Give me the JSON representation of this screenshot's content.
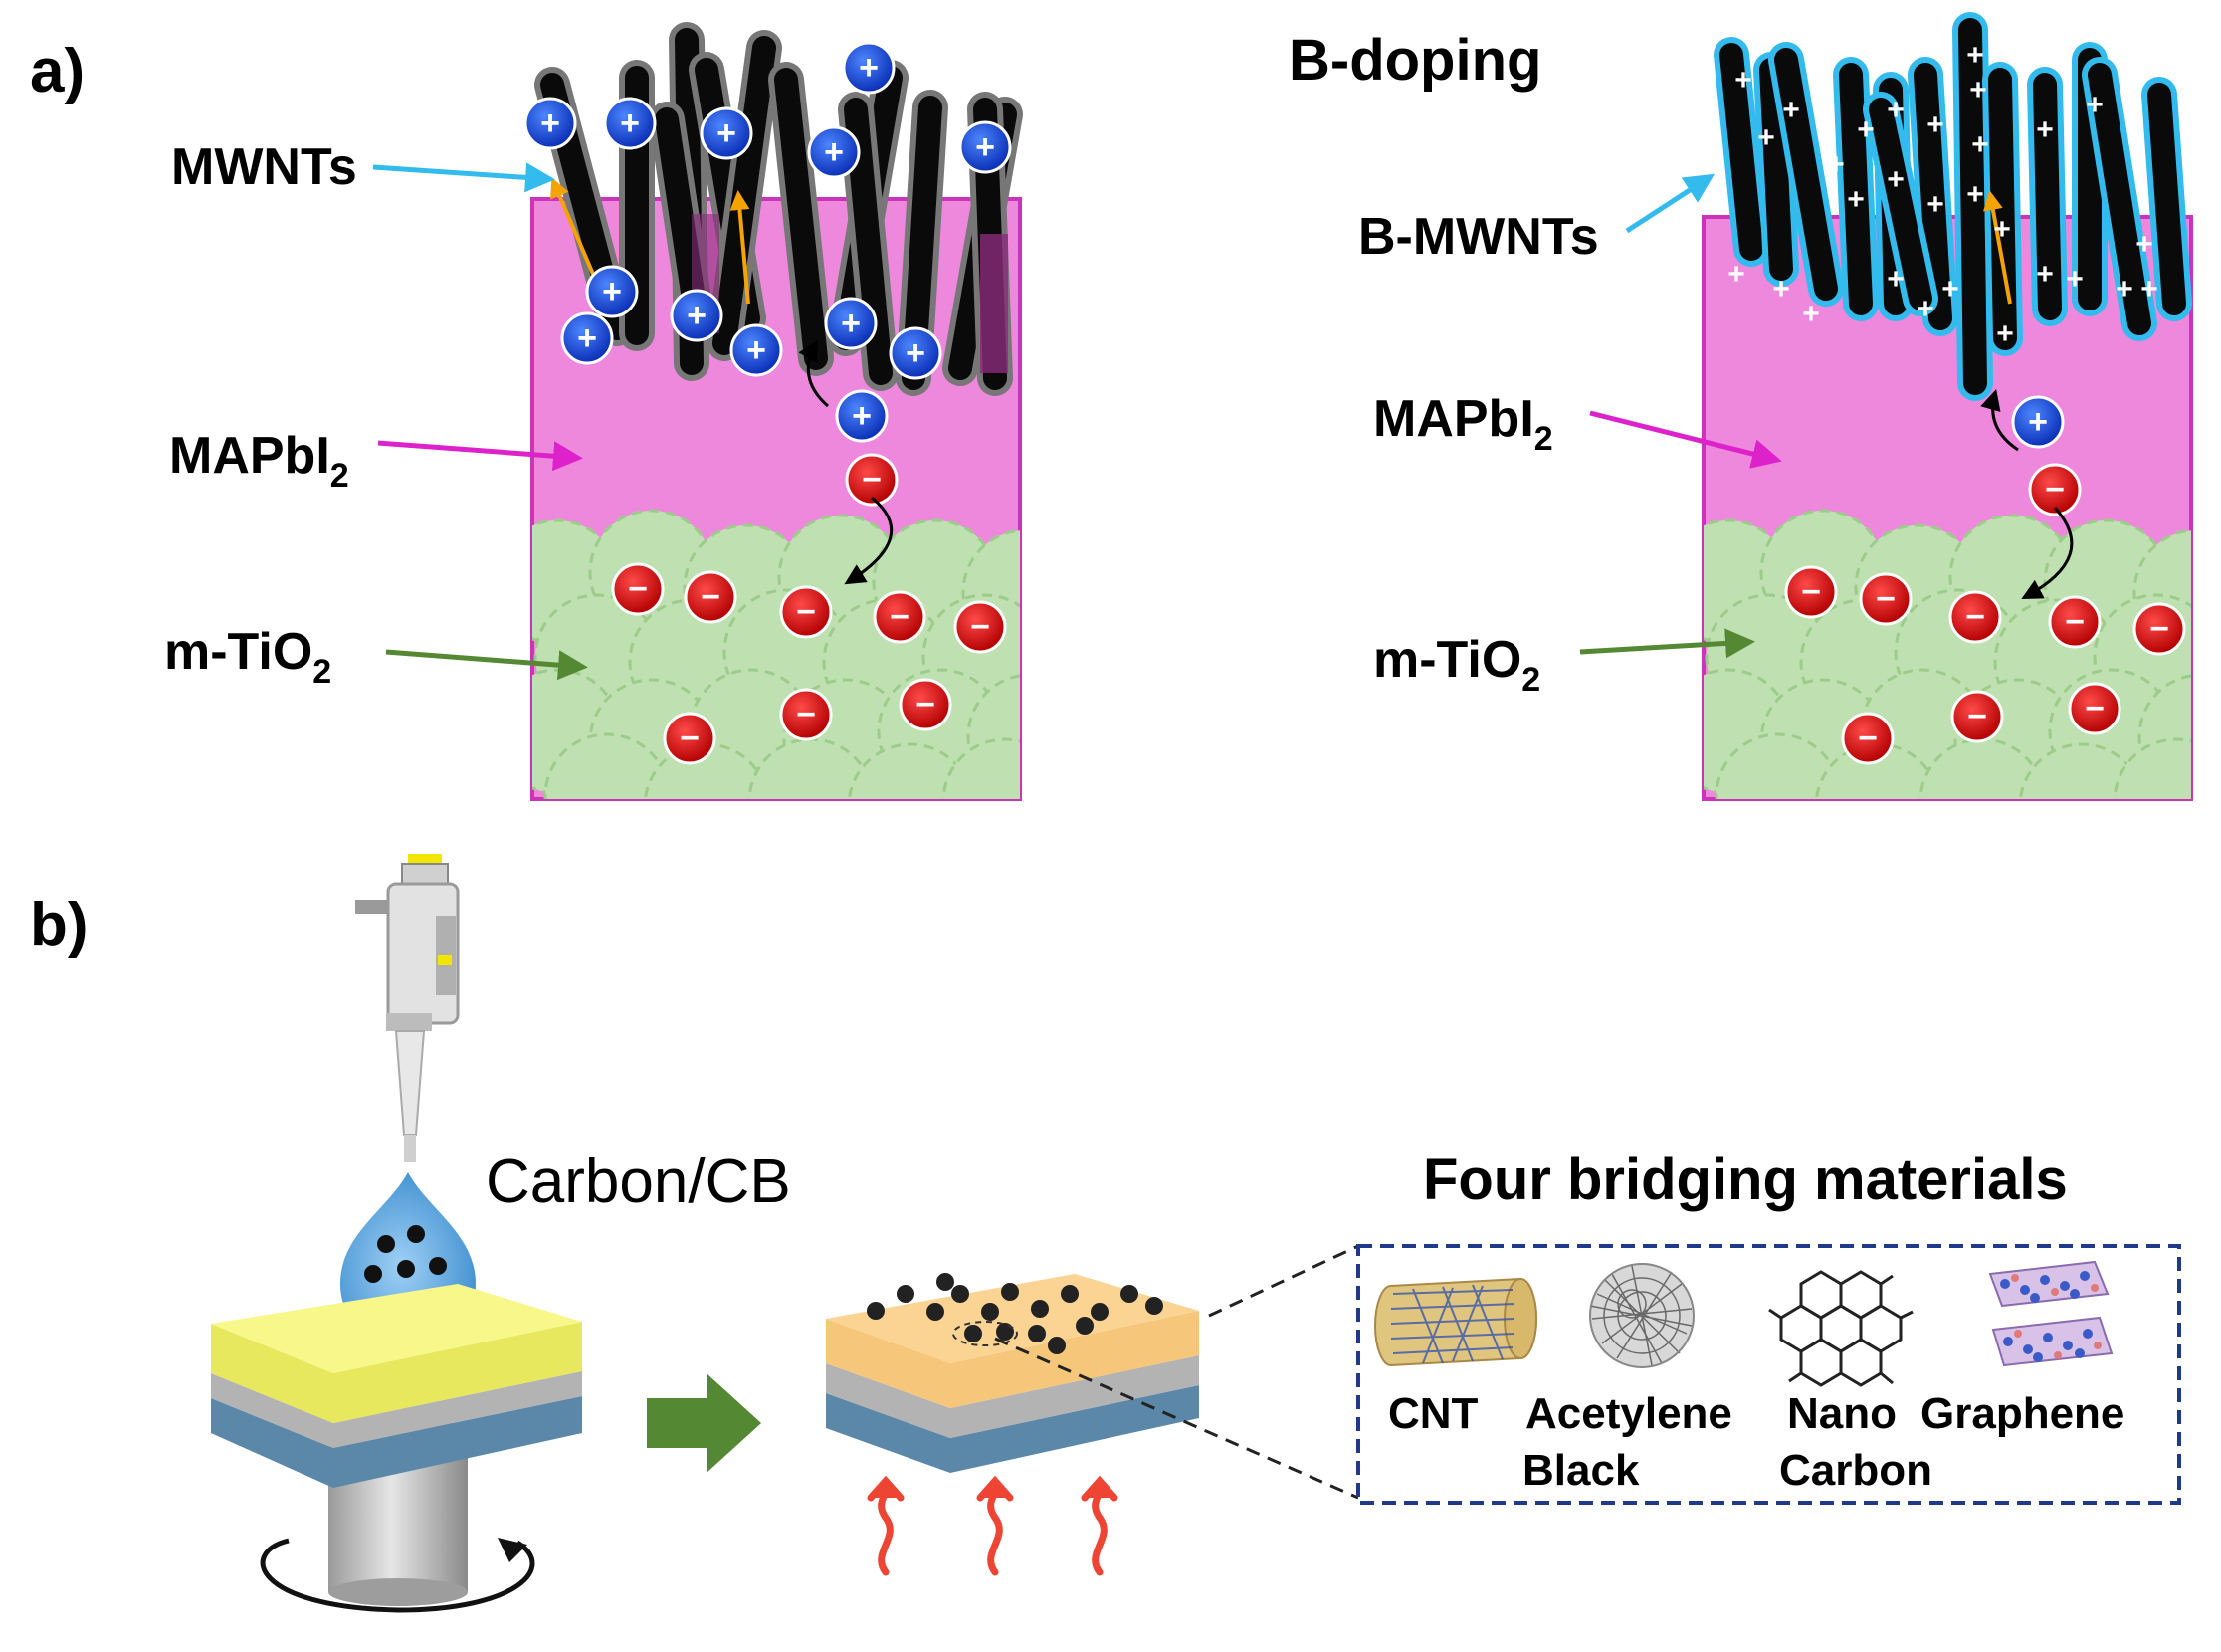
{
  "panel_a": {
    "label": "a)",
    "left": {
      "mwnts": "MWNTs",
      "mapbi_main": "MAPbI",
      "mapbi_sub": "2",
      "tio2_main": "m-TiO",
      "tio2_sub": "2"
    },
    "right": {
      "title": "B-doping",
      "bmwnts": "B-MWNTs",
      "mapbi_main": "MAPbI",
      "mapbi_sub": "2",
      "tio2_main": "m-TiO",
      "tio2_sub": "2"
    },
    "plus_symbol": "+",
    "minus_symbol": "−"
  },
  "panel_b": {
    "label": "b)",
    "solution_label": "Carbon/CB",
    "materials_title": "Four bridging materials",
    "materials": [
      {
        "line1": "CNT",
        "line2": ""
      },
      {
        "line1": "Acetylene",
        "line2": "Black"
      },
      {
        "line1": "Nano",
        "line2": "Carbon"
      },
      {
        "line1": "Graphene",
        "line2": ""
      }
    ]
  },
  "colors": {
    "perovskite": "#ee88dd",
    "perovskite_border": "#cc33bb",
    "tio2": "#bfe0b0",
    "hole": "#1144dd",
    "electron": "#ee1111",
    "mwnt_border": "#777777",
    "bmwnt_border": "#33bbee",
    "arrow_blue": "#33bbee",
    "arrow_magenta": "#dd22cc",
    "arrow_green": "#558833",
    "process_arrow": "#558833",
    "heat": "#ee4433",
    "box_border": "#1f3a8a"
  },
  "icons": {
    "pipette": "pipette-icon",
    "droplet": "droplet-icon",
    "rotation": "rotation-arrow-icon",
    "heat": "heat-wave-icon"
  }
}
